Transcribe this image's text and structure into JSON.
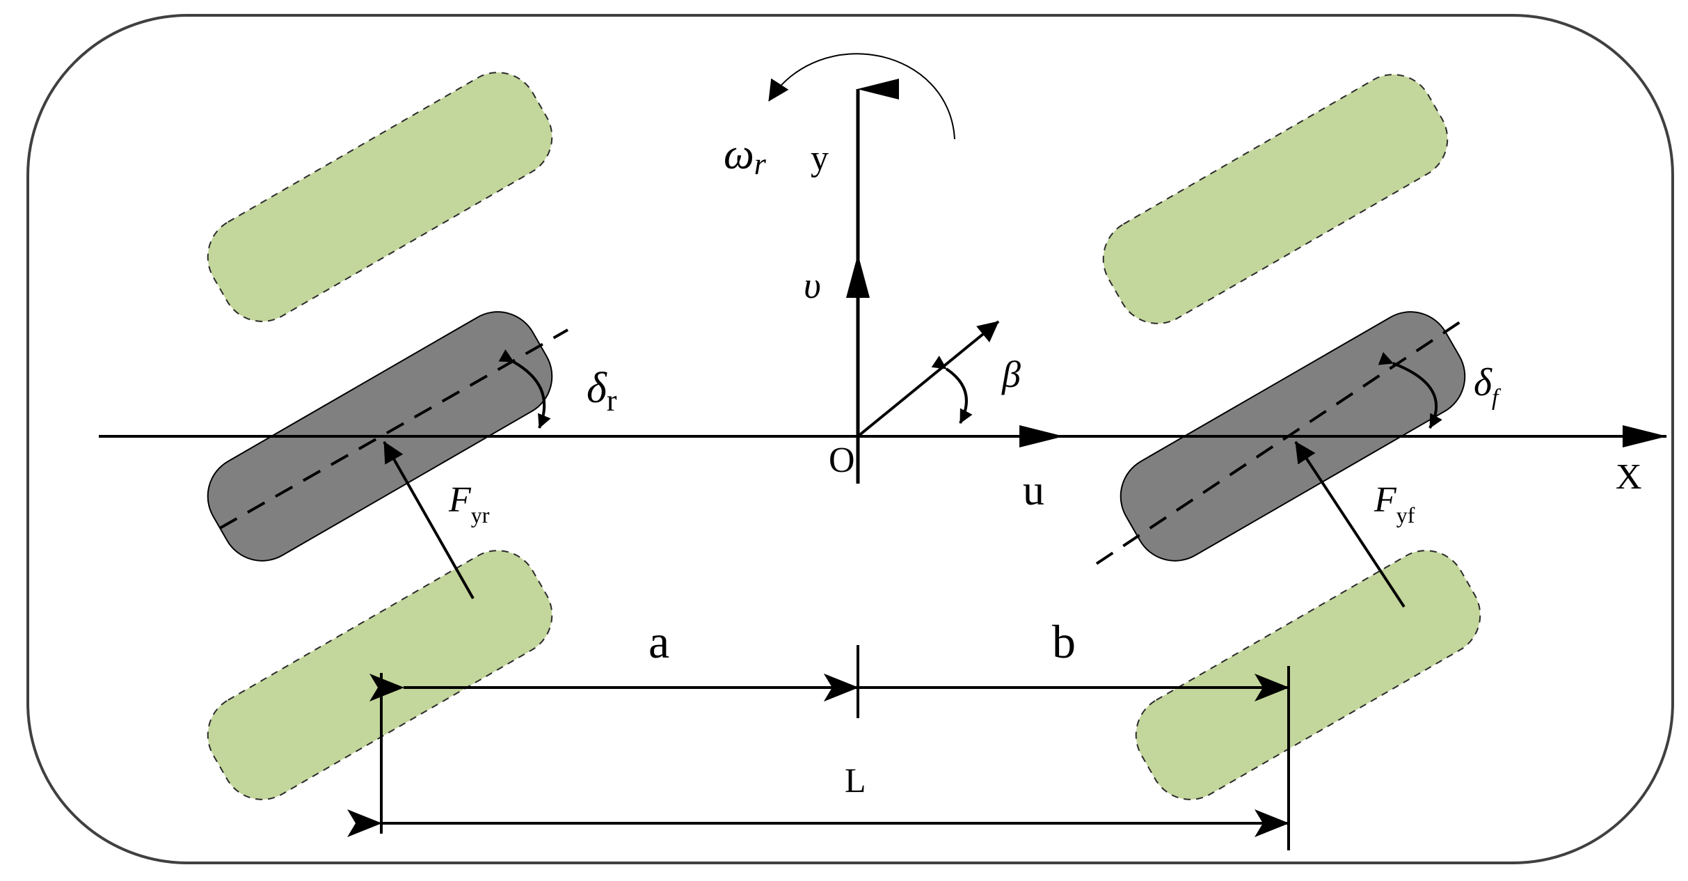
{
  "labels": {
    "omega": "ω",
    "omega_sub": "r",
    "y_axis": "y",
    "v": "υ",
    "beta": "β",
    "delta_r": "δ",
    "delta_r_sub": "r",
    "delta_f": "δ",
    "delta_f_sub": "f",
    "origin": "O",
    "u": "u",
    "x_axis": "X",
    "f_yr": "F",
    "f_yr_sub": "yr",
    "f_yf": "F",
    "f_yf_sub": "yf",
    "dim_a": "a",
    "dim_b": "b",
    "dim_L": "L"
  },
  "colors": {
    "frame": "#404040",
    "tire_ghost": "#c3d69b",
    "tire_main": "#808080",
    "line": "#000000"
  }
}
